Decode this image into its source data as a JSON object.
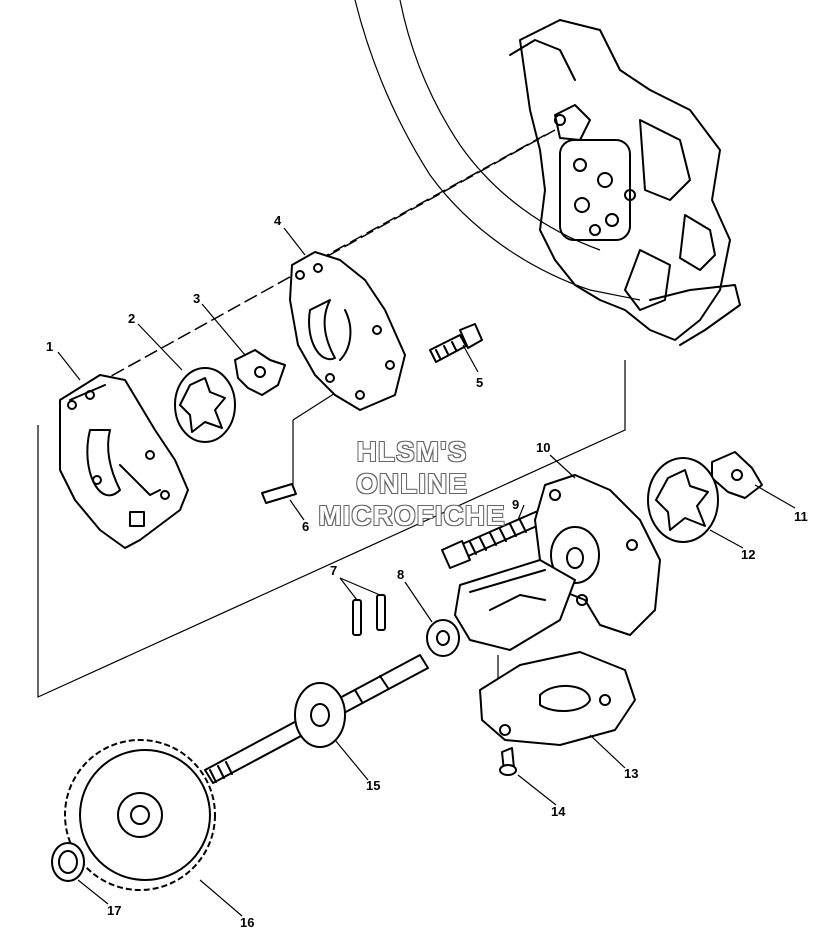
{
  "diagram": {
    "callouts": [
      "1",
      "2",
      "3",
      "4",
      "5",
      "6",
      "7",
      "8",
      "9",
      "10",
      "11",
      "12",
      "13",
      "14",
      "15",
      "16",
      "17"
    ]
  },
  "watermark": {
    "lines": [
      "HLSM'S",
      "ONLINE",
      "MICROFICHE"
    ]
  }
}
